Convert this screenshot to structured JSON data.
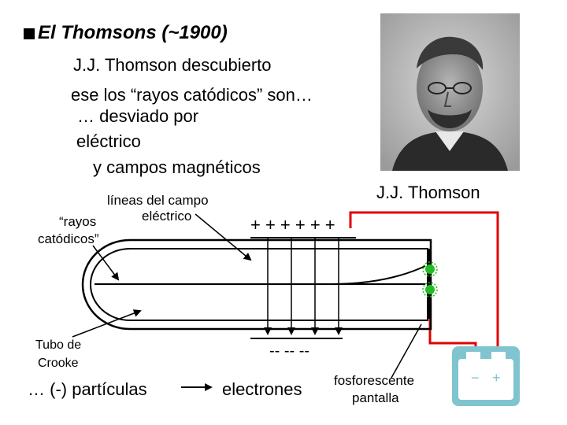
{
  "title": "El Thomsons (~1900)",
  "bullet_icon": "square-bullet-icon",
  "intro_lines": [
    "J.J. Thomson descubierto",
    "ese los “rayos catódicos” son…",
    "… desviado por",
    "eléctrico",
    "y campos magnéticos"
  ],
  "portrait_caption": "J.J. Thomson",
  "labels": {
    "field_lines_1": "líneas del campo",
    "field_lines_2": "eléctrico",
    "rays_1": "“rayos",
    "rays_2": "catódicos”",
    "tube_1": "Tubo de",
    "tube_2": "Crooke",
    "particles": "… (-) partículas",
    "electrons": "electrones",
    "screen_1": "fosforescente",
    "screen_2": "pantalla",
    "plus_plate": "+ + + + + +",
    "minus_plate": "-- -- --",
    "battery_minus": "−",
    "battery_plus": "+"
  },
  "colors": {
    "wire": "#e00000",
    "battery": "#7fc4cf",
    "glow": "#22bb22"
  }
}
